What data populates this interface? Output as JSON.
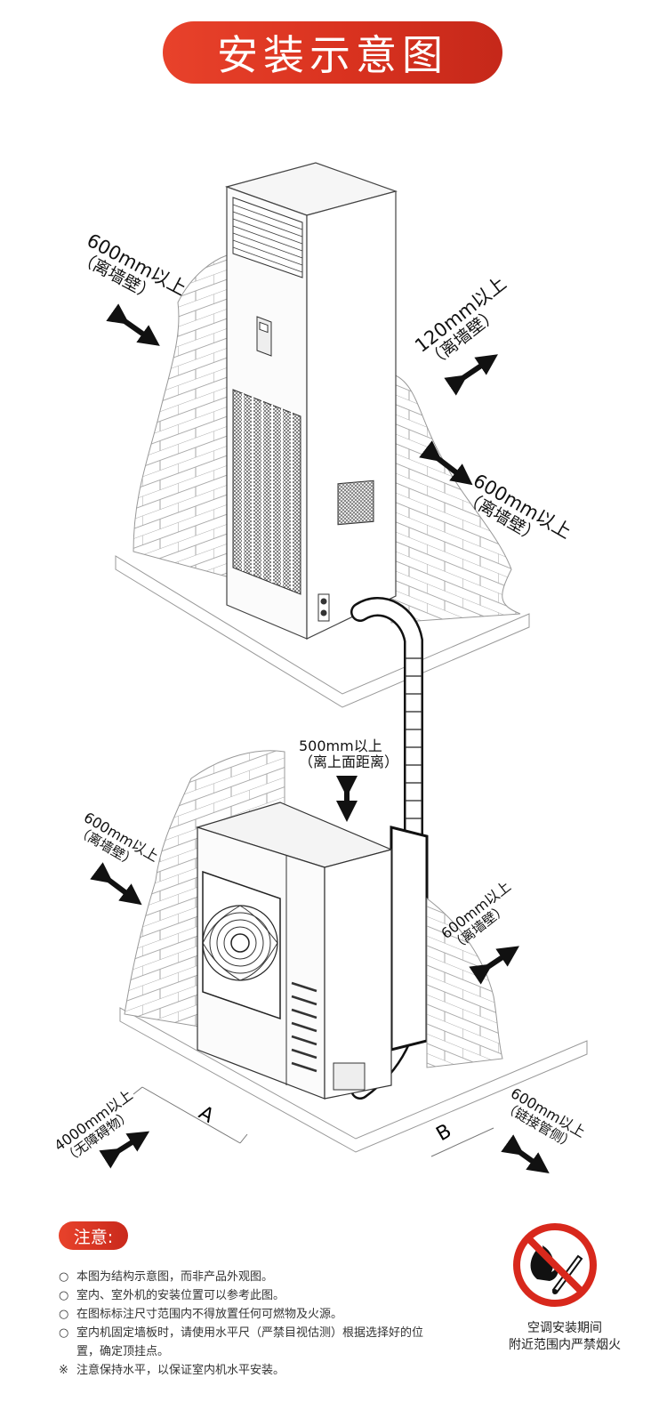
{
  "title": "安装示意图",
  "labels": {
    "indoor_left": {
      "value": "600mm以上",
      "note": "（离墙壁）"
    },
    "indoor_top_right": {
      "value": "120mm以上",
      "note": "（离墙壁）"
    },
    "indoor_right": {
      "value": "600mm以上",
      "note": "（离墙壁）"
    },
    "outdoor_top": {
      "value": "500mm以上",
      "note": "（离上面距离）"
    },
    "outdoor_left": {
      "value": "600mm以上",
      "note": "（离墙壁）"
    },
    "outdoor_right": {
      "value": "600mm以上",
      "note": "（离墙壁）"
    },
    "outdoor_front": {
      "value": "4000mm以上",
      "note": "（无障碍物）"
    },
    "outdoor_pipe_side": {
      "value": "600mm以上",
      "note": "（链接管侧）"
    },
    "dim_a": "A",
    "dim_b": "B"
  },
  "notice": {
    "heading": "注意:",
    "items": [
      {
        "bullet": "○",
        "text": "本图为结构示意图，而非产品外观图。"
      },
      {
        "bullet": "○",
        "text": "室内、室外机的安装位置可以参考此图。"
      },
      {
        "bullet": "○",
        "text": "在图标标注尺寸范围内不得放置任何可燃物及火源。"
      },
      {
        "bullet": "○",
        "text": "室内机固定墙板时，请使用水平尺（严禁目视估测）根据选择好的位置，确定顶挂点。"
      },
      {
        "bullet": "※",
        "text": "注意保持水平，以保证室内机水平安装。"
      }
    ]
  },
  "warning": {
    "icon": "no-fire-icon",
    "line1": "空调安装期间",
    "line2": "附近范围内严禁烟火"
  },
  "colors": {
    "accent_red": "#d9321f",
    "prohibit_red": "#d8281c"
  }
}
